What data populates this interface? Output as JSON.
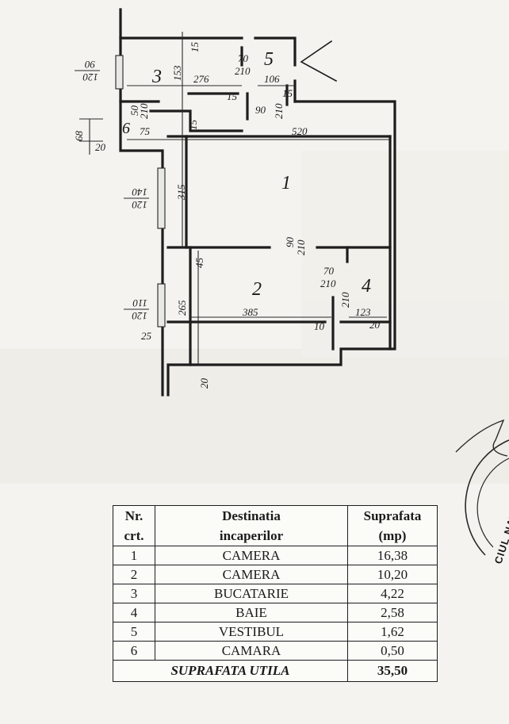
{
  "plan": {
    "rooms": [
      {
        "id": "1",
        "label": "1"
      },
      {
        "id": "2",
        "label": "2"
      },
      {
        "id": "3",
        "label": "3"
      },
      {
        "id": "4",
        "label": "4"
      },
      {
        "id": "5",
        "label": "5"
      },
      {
        "id": "6",
        "label": "6"
      }
    ],
    "dimensions": {
      "d_153": "153",
      "d_15a": "15",
      "d_70_top": "70",
      "d_210_top": "210",
      "d_276": "276",
      "d_106": "106",
      "d_15b": "15",
      "d_15c": "15",
      "d_90a": "90",
      "d_210a": "210",
      "d_50": "50",
      "d_210b": "210",
      "d_75": "75",
      "d_15d": "15",
      "d_520": "520",
      "d_68": "68",
      "d_20a": "20",
      "d_315": "315",
      "d_90b": "90",
      "d_210c": "210",
      "d_45": "45",
      "d_70b": "70",
      "d_210d": "210",
      "d_210e": "210",
      "d_265": "265",
      "d_385": "385",
      "d_123": "123",
      "d_10": "10",
      "d_20b": "20",
      "d_25": "25",
      "d_20c": "20"
    },
    "windows": {
      "w1_top": "120",
      "w1_bottom": "90",
      "w2_top": "120",
      "w2_bottom": "140",
      "w3_top": "120",
      "w3_bottom": "110"
    }
  },
  "seal": {
    "text": "CIUL NATION"
  },
  "table": {
    "headers": {
      "nr_line1": "Nr.",
      "nr_line2": "crt.",
      "dest_line1": "Destinatia",
      "dest_line2": "incaperilor",
      "area_line1": "Suprafata",
      "area_line2": "(mp)"
    },
    "rows": [
      {
        "nr": "1",
        "name": "CAMERA",
        "area": "16,38"
      },
      {
        "nr": "2",
        "name": "CAMERA",
        "area": "10,20"
      },
      {
        "nr": "3",
        "name": "BUCATARIE",
        "area": "4,22"
      },
      {
        "nr": "4",
        "name": "BAIE",
        "area": "2,58"
      },
      {
        "nr": "5",
        "name": "VESTIBUL",
        "area": "1,62"
      },
      {
        "nr": "6",
        "name": "CAMARA",
        "area": "0,50"
      }
    ],
    "total": {
      "label": "SUPRAFATA UTILA",
      "area": "35,50"
    }
  }
}
